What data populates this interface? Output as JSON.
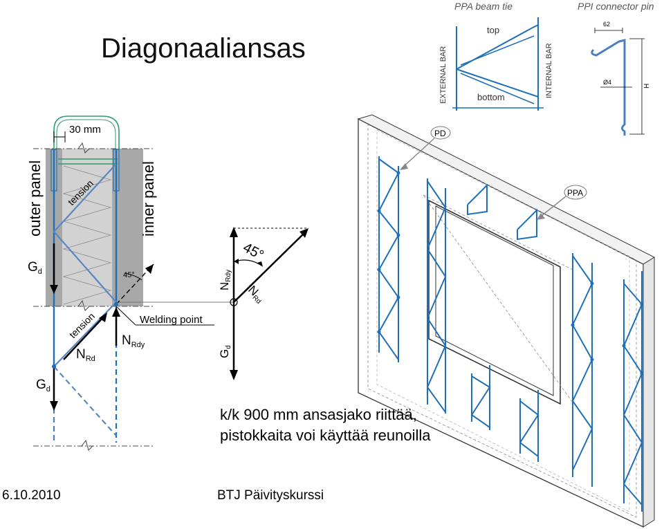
{
  "title": "Diagonaaliansas",
  "caption": {
    "line1": "k/k 900 mm ansasjako riittää,",
    "line2": "pistokkaita voi käyttää reunoilla"
  },
  "footer": {
    "date": "6.10.2010",
    "course": "BTJ Päivityskurssi"
  },
  "section": {
    "outer_panel": "outer panel",
    "inner_panel": "inner panel",
    "dimension": "30 mm",
    "tension_upper": "tension",
    "tension_lower": "tension",
    "angle": "45°",
    "welding_point": "Welding point",
    "gd_upper": "G",
    "gd_upper_sub": "d",
    "gd_lower": "G",
    "gd_lower_sub": "d",
    "nrd": "N",
    "nrd_sub": "Rd",
    "nrdy": "N",
    "nrdy_sub": "Rdy"
  },
  "force_diagram": {
    "angle": "45°",
    "nrdy": "N",
    "nrdy_sub": "Rdy",
    "nrd": "N",
    "nrd_sub": "Rd",
    "gd": "G",
    "gd_sub": "d"
  },
  "ppa_beam_tie": {
    "title": "PPA beam tie",
    "top": "top",
    "bottom": "bottom",
    "external_bar": "EXTERNAL BAR",
    "internal_bar": "INTERNAL BAR"
  },
  "ppi_pin": {
    "title": "PPI connector pin",
    "dim_62": "62",
    "dim_d4": "Ø4",
    "dim_h": "H"
  },
  "wall": {
    "pd": "PD",
    "ppa": "PPA"
  },
  "colors": {
    "truss": "#1f6fb8",
    "insulation": "#c8c8c8",
    "green": "#2e9a6e"
  }
}
